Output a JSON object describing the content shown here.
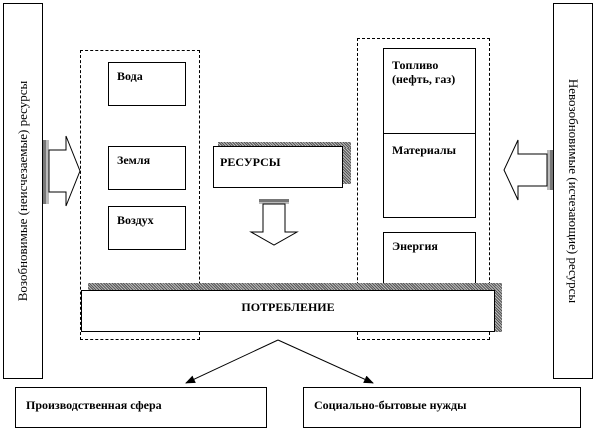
{
  "side_labels": {
    "left": "Возобновимые (неисчезаемые) ресурсы",
    "right": "Невозобновимые (исчезающие) ресурсы"
  },
  "renewable": {
    "water": "Вода",
    "land": "Земля",
    "air": "Воздух"
  },
  "nonrenewable": {
    "fuel": "Топливо (нефть, газ)",
    "materials": "Материалы",
    "energy": "Энергия"
  },
  "center": {
    "resources": "РЕСУРСЫ",
    "consumption": "ПОТРЕБЛЕНИЕ"
  },
  "outputs": {
    "production": "Производственная сфера",
    "social": "Социально-бытовые нужды"
  }
}
